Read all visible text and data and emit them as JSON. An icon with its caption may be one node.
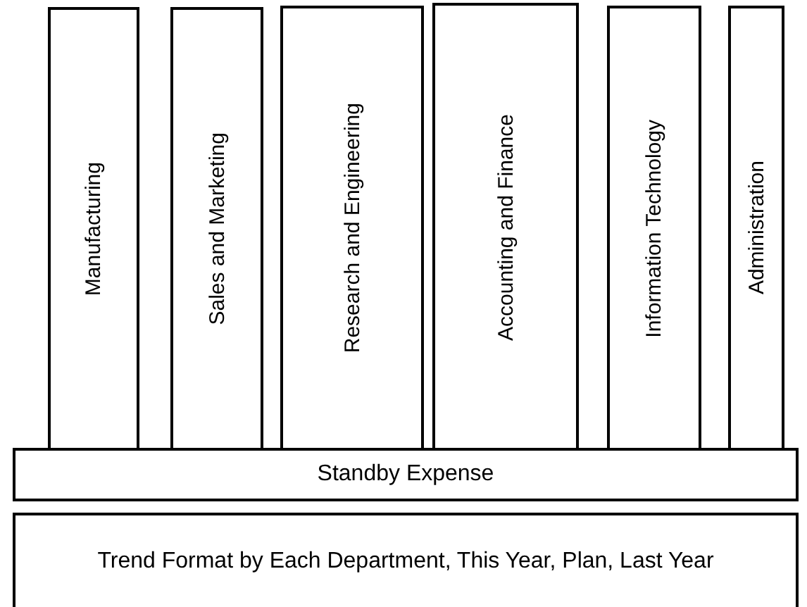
{
  "diagram": {
    "nodes": [
      {
        "text": [
          "Manufacturing"
        ]
      },
      {
        "text": [
          "Sales and Marketing"
        ]
      },
      {
        "text": [
          "Research and Engineering"
        ]
      },
      {
        "text": [
          "Accounting and Finance"
        ]
      },
      {
        "text": [
          "Information Technology"
        ]
      },
      {
        "text": [
          "Administration"
        ]
      },
      {
        "text": [
          "Standby Expense"
        ]
      },
      {
        "text": [
          "Trend Format by Each Department, This Year, Plan, Last Year"
        ]
      }
    ]
  }
}
